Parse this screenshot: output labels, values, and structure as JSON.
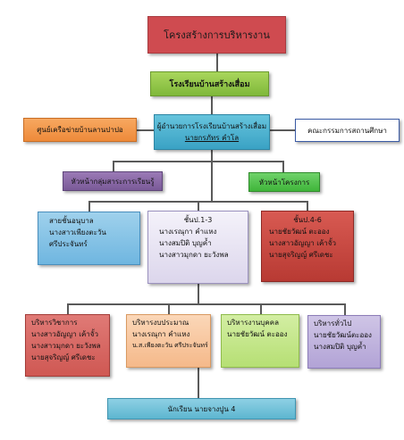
{
  "title": "โครงสร้างการบริหารงาน",
  "school": "โรงเรียนบ้านสร้างเสื่อม",
  "director": {
    "role": "ผู้อำนวยการโรงเรียนบ้านสร้างเสื่อม",
    "name": "นายกรภัทร  คำโล"
  },
  "center_left": "ศูนย์เครือข่ายบ้านลานปาปอ",
  "committee": "คณะกรรมการสถานศึกษา",
  "head_learning": "หัวหน้ากลุ่มสาระการเรียนรู้",
  "head_project": "หัวหน้าโครงการ",
  "levels": {
    "kg": {
      "title": "สายชั้นอนุบาล",
      "lines": [
        "นางสาวเพียงตะวัน",
        "ศรีประจันทร์"
      ]
    },
    "p13": {
      "title": "ชั้นป.1-3",
      "lines": [
        "นางเรณุกา  คำแหง",
        "นางสมปิติ  บุญค้ำ",
        "นางสาวมุกดา  ยะวังพล"
      ]
    },
    "p46": {
      "title": "ชั้นป.4-6",
      "lines": [
        "นายชัยวัฒน์  ตะออง",
        "นางสาวอัญญา  เค้าจั้ว",
        "นายสุจริญญ์  ศรีเดชะ"
      ]
    }
  },
  "admin": {
    "academic": {
      "title": "บริหารวิชาการ",
      "lines": [
        "นางสาวอัญญา  เค้าจั้ว",
        "นางสาวมุกดา  ยะวังพล",
        "นายสุจริญญ์  ศรีเดชะ"
      ]
    },
    "budget": {
      "title": "บริหารงบประมาณ",
      "lines": [
        "นางเรณุกา  คำแหง",
        "น.ส.เพียงตะวัน  ศรีประจันทร์"
      ]
    },
    "personnel": {
      "title": "บริหารงานบุคคล",
      "lines": [
        "นายชัยวัฒน์  ตะออง"
      ]
    },
    "general": {
      "title": "บริหารทั่วไป",
      "lines": [
        "นายชัยวัฒน์ตะออง",
        "นางสมปิติ  บุญค้ำ"
      ]
    }
  },
  "students": "นักเรียน   นายจางปูน 4"
}
